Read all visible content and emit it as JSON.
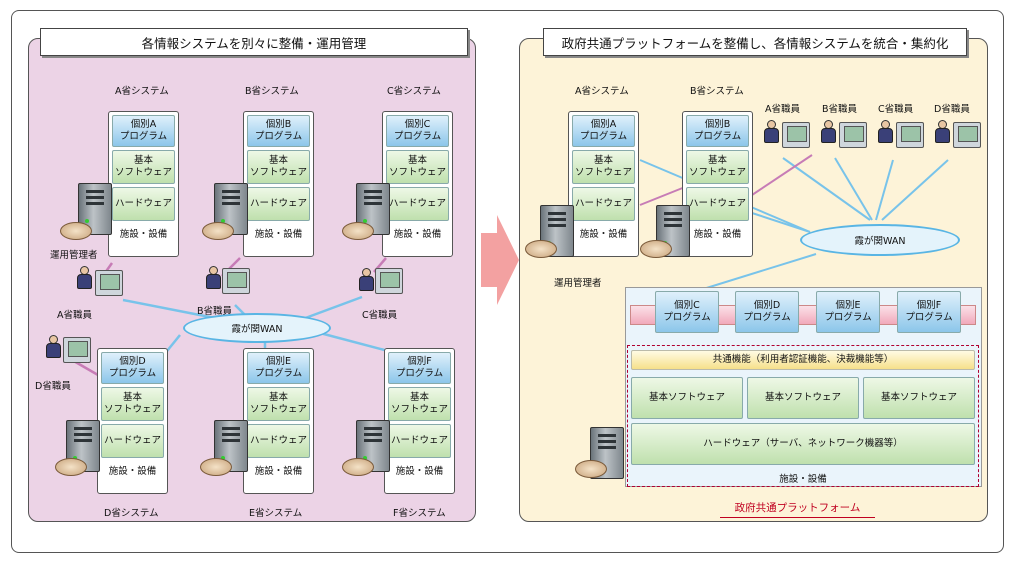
{
  "left": {
    "title": "各情報システムを別々に整備・運用管理",
    "systems": [
      {
        "label": "A省システム",
        "program": "個別A\nプログラム",
        "base": "基本\nソフトウェア",
        "hw": "ハードウェア",
        "fac": "施設・設備"
      },
      {
        "label": "B省システム",
        "program": "個別B\nプログラム",
        "base": "基本\nソフトウェア",
        "hw": "ハードウェア",
        "fac": "施設・設備"
      },
      {
        "label": "C省システム",
        "program": "個別C\nプログラム",
        "base": "基本\nソフトウェア",
        "hw": "ハードウェア",
        "fac": "施設・設備"
      },
      {
        "label": "D省システム",
        "program": "個別D\nプログラム",
        "base": "基本\nソフトウェア",
        "hw": "ハードウェア",
        "fac": "施設・設備"
      },
      {
        "label": "E省システム",
        "program": "個別E\nプログラム",
        "base": "基本\nソフトウェア",
        "hw": "ハードウェア",
        "fac": "施設・設備"
      },
      {
        "label": "F省システム",
        "program": "個別F\nプログラム",
        "base": "基本\nソフトウェア",
        "hw": "ハードウェア",
        "fac": "施設・設備"
      }
    ],
    "admin": "運用管理者",
    "staff": [
      "A省職員",
      "B省職員",
      "C省職員",
      "D省職員"
    ],
    "wan": "霞が関WAN"
  },
  "right": {
    "title": "政府共通プラットフォームを整備し、各情報システムを統合・集約化",
    "systems": [
      {
        "label": "A省システム",
        "program": "個別A\nプログラム",
        "base": "基本\nソフトウェア",
        "hw": "ハードウェア",
        "fac": "施設・設備"
      },
      {
        "label": "B省システム",
        "program": "個別B\nプログラム",
        "base": "基本\nソフトウェア",
        "hw": "ハードウェア",
        "fac": "施設・設備"
      }
    ],
    "staff": [
      "A省職員",
      "B省職員",
      "C省職員",
      "D省職員"
    ],
    "admin": "運用管理者",
    "wan": "霞が関WAN",
    "programs": [
      "個別C\nプログラム",
      "個別D\nプログラム",
      "個別E\nプログラム",
      "個別F\nプログラム"
    ],
    "common": "共通機能（利用者認証機能、決裁機能等）",
    "base_sw": [
      "基本ソフトウェア",
      "基本ソフトウェア",
      "基本ソフトウェア"
    ],
    "hardware": "ハードウェア（サーバ、ネットワーク機器等）",
    "facility": "施設・設備",
    "platform_name": "政府共通プラットフォーム"
  },
  "colors": {
    "left_bg": "#ecd3e6",
    "right_bg": "#fdf3d8",
    "wan": "#59b5e4",
    "program": "#8cc6ea",
    "software": "#bfe0ad",
    "arrow": "#f3a1a1",
    "platform_label": "#c00020"
  }
}
